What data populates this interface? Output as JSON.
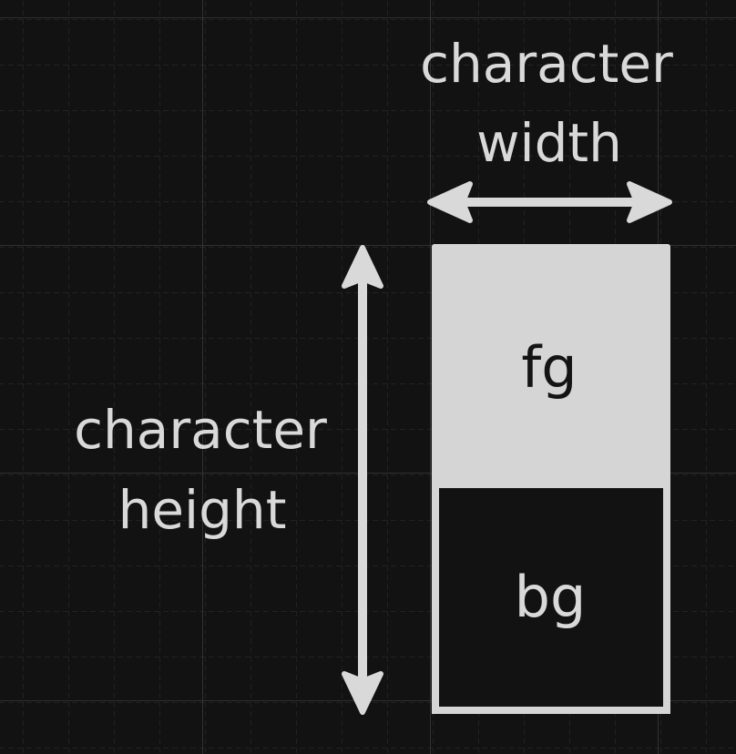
{
  "diagram": {
    "width_label_line1": "character",
    "width_label_line2": "width",
    "height_label_line1": "character",
    "height_label_line2": "height",
    "fg_label": "fg",
    "bg_label": "bg"
  },
  "colors": {
    "background": "#121212",
    "grid_minor": "#2a2a2a",
    "grid_major": "#333333",
    "foreground": "#d5d5d5",
    "fg_text": "#141414",
    "label_text": "#d9d9d9"
  }
}
